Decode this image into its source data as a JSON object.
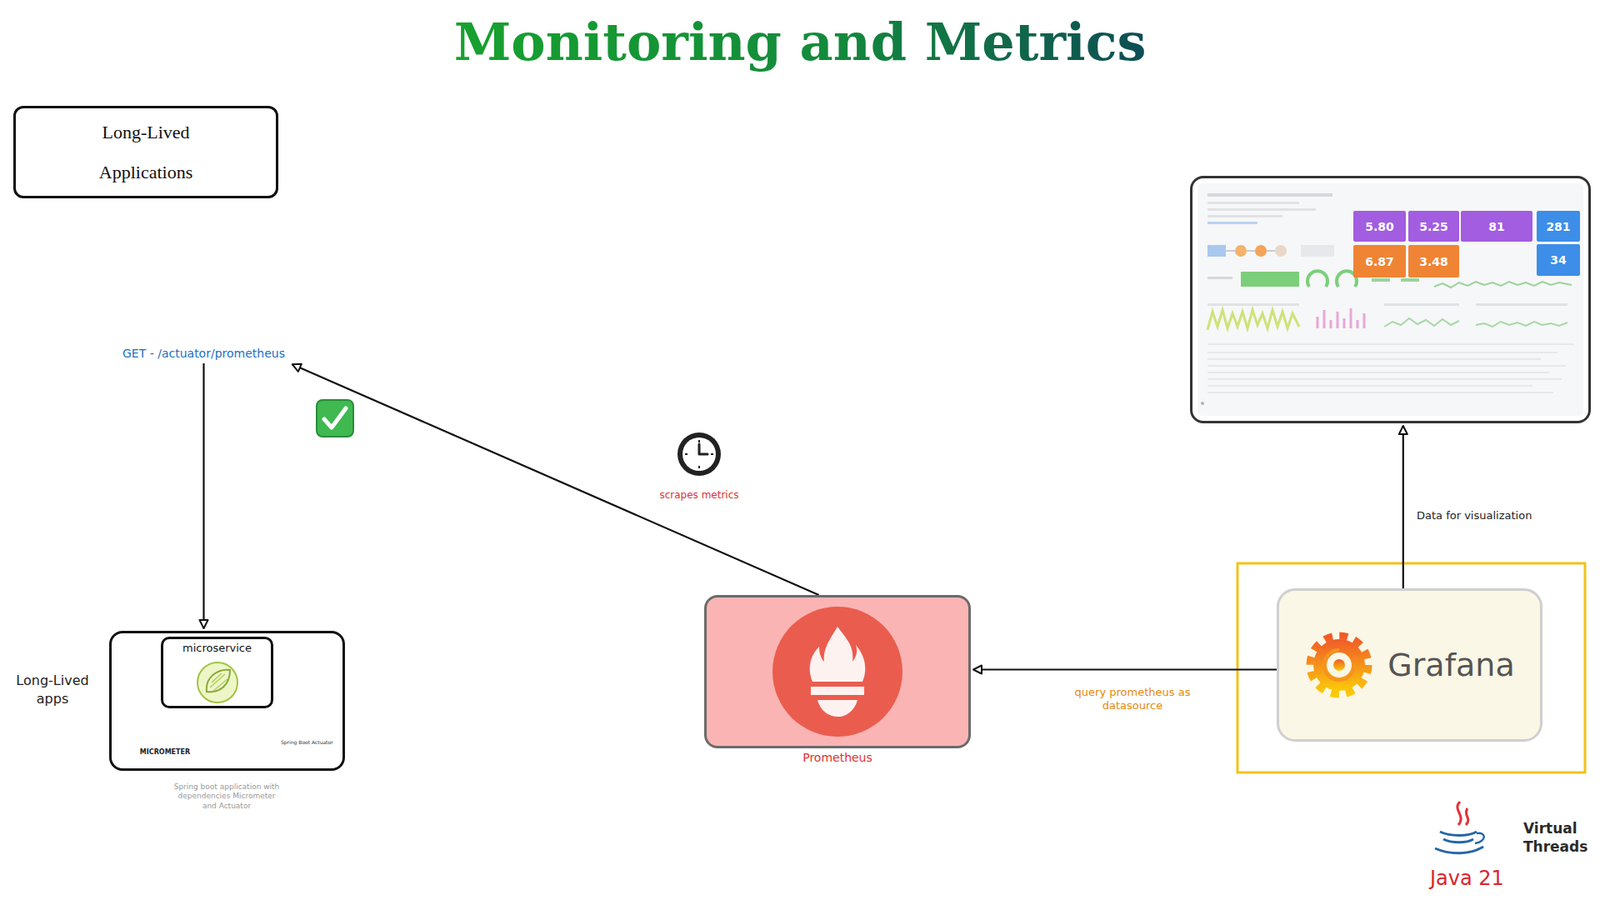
{
  "diagram": {
    "title": "Monitoring and Metrics",
    "nodes": [
      {
        "text": [
          "Long-Lived Applications"
        ]
      },
      {
        "text": [
          "GET - /actuator/prometheus"
        ]
      },
      {
        "text": [
          "Long-Lived apps"
        ]
      },
      {
        "text": [
          "microservice"
        ],
        "in": 2
      },
      {
        "text": [
          "Prometheus"
        ]
      },
      {
        "text": [
          "Grafana"
        ]
      },
      {
        "text": [
          "5.80",
          "5.25",
          "81",
          "281",
          "6.87",
          "3.48",
          "34"
        ]
      }
    ],
    "edges": [
      {
        "from": 4,
        "to": 1,
        "arrow": "to",
        "label": "scrapes metrics"
      },
      {
        "from": 1,
        "to": 2,
        "arrow": "to"
      },
      {
        "from": 5,
        "to": 4,
        "arrow": "to",
        "label": "query prometheus as datasource"
      },
      {
        "from": 5,
        "to": 6,
        "arrow": "to",
        "label": "Data for visualization"
      }
    ],
    "labels": [
      "MICROMETER",
      "Spring Boot Actuator",
      "Spring boot application with dependencies Micrometer and Actuator",
      "Virtual Threads",
      "Java 21"
    ]
  }
}
